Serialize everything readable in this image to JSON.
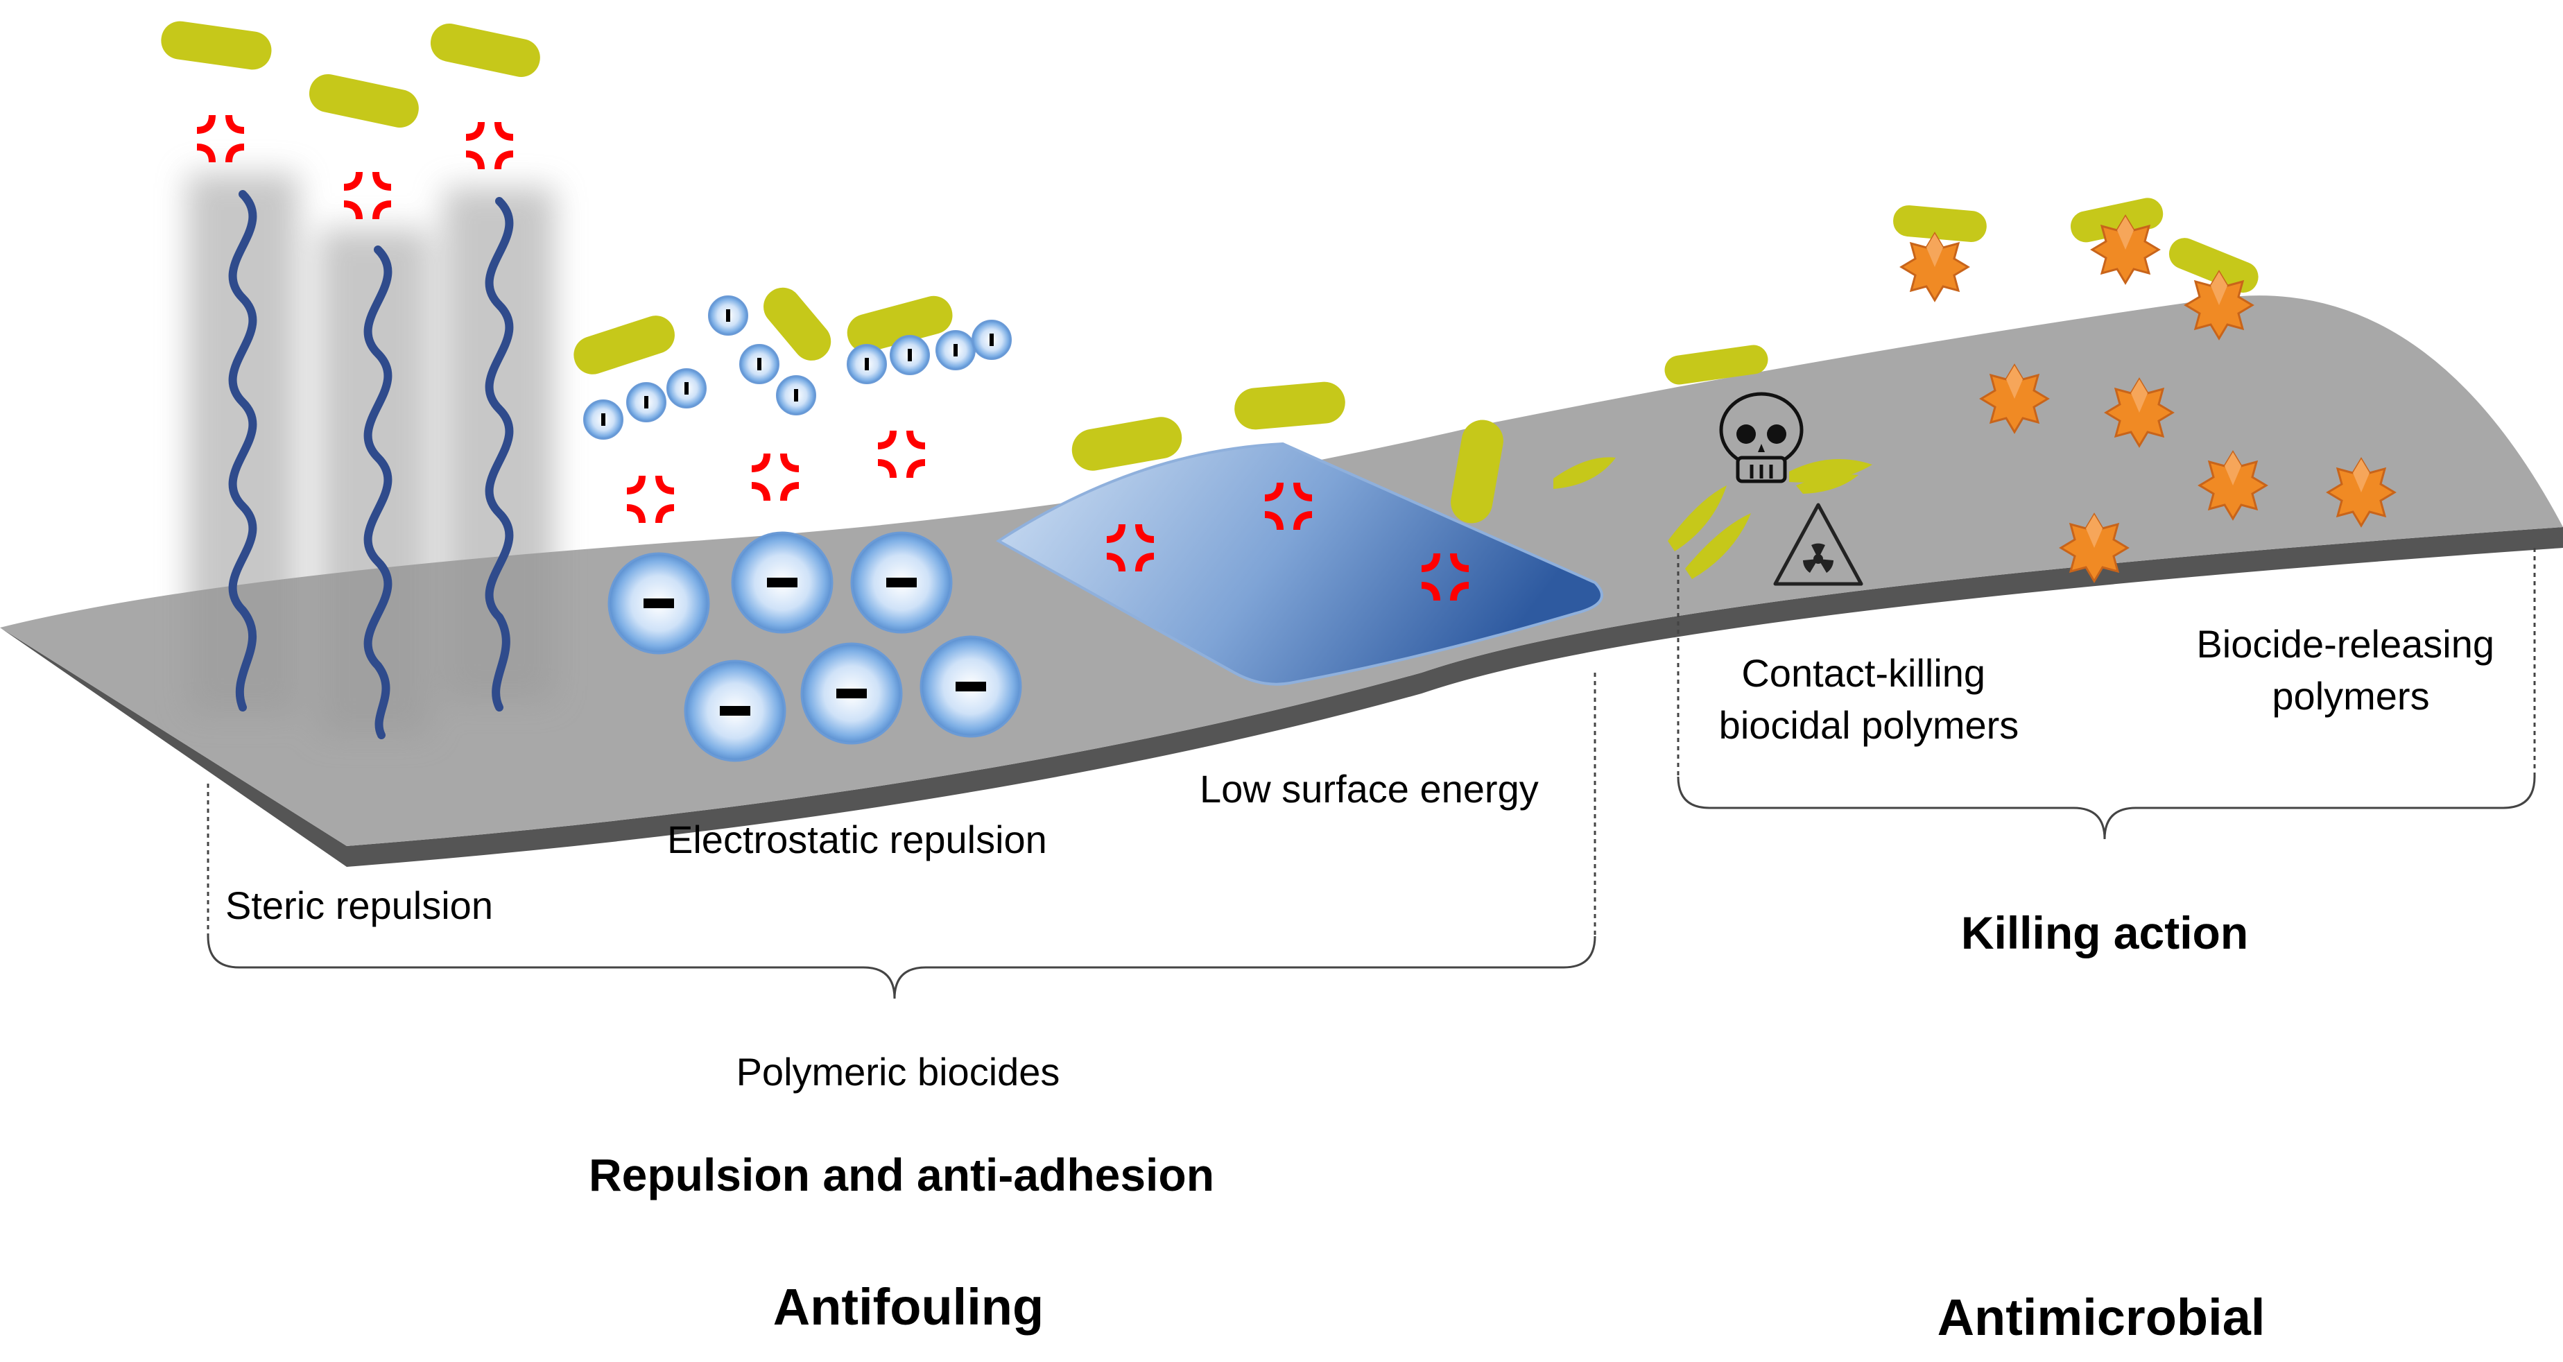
{
  "labels": {
    "steric": "Steric repulsion",
    "electrostatic": "Electrostatic repulsion",
    "low_surface": "Low surface energy",
    "contact_line1": "Contact-killing",
    "contact_line2": "biocidal polymers",
    "releasing_line1": "Biocide-releasing",
    "releasing_line2": "polymers",
    "polymeric_biocides": "Polymeric biocides",
    "repulsion": "Repulsion and anti-adhesion",
    "killing": "Killing action",
    "antifouling": "Antifouling",
    "antimicrobial": "Antimicrobial"
  },
  "colors": {
    "surface": "#a8a8a8",
    "surface_shadow": "#555555",
    "polymer_chain": "#2f4b8c",
    "bacteria": "#c6c81a",
    "repel_mark": "#ff0000",
    "charge_sphere": "#9ec3ee",
    "low_energy_patch": "#3f6fb4",
    "biocide": "#f08a24"
  },
  "icons": {
    "toxic": "skull-icon",
    "hazard": "radiation-warning-icon",
    "repulsion": "anger-mark-icon",
    "biocide": "star-particle-icon"
  }
}
